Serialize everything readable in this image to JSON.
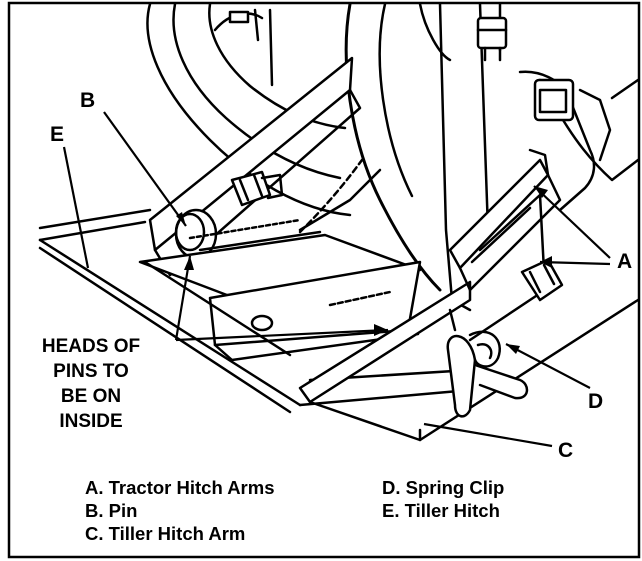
{
  "callouts": {
    "a": "A",
    "b": "B",
    "c": "C",
    "d": "D",
    "e": "E"
  },
  "note_lines": [
    "HEADS OF",
    "PINS TO",
    "BE ON",
    "INSIDE"
  ],
  "legend": {
    "a": "A. Tractor Hitch Arms",
    "b": "B. Pin",
    "c": "C. Tiller Hitch Arm",
    "d": "D. Spring Clip",
    "e": "E. Tiller Hitch"
  },
  "colors": {
    "ink": "#000000",
    "paper": "#ffffff"
  }
}
